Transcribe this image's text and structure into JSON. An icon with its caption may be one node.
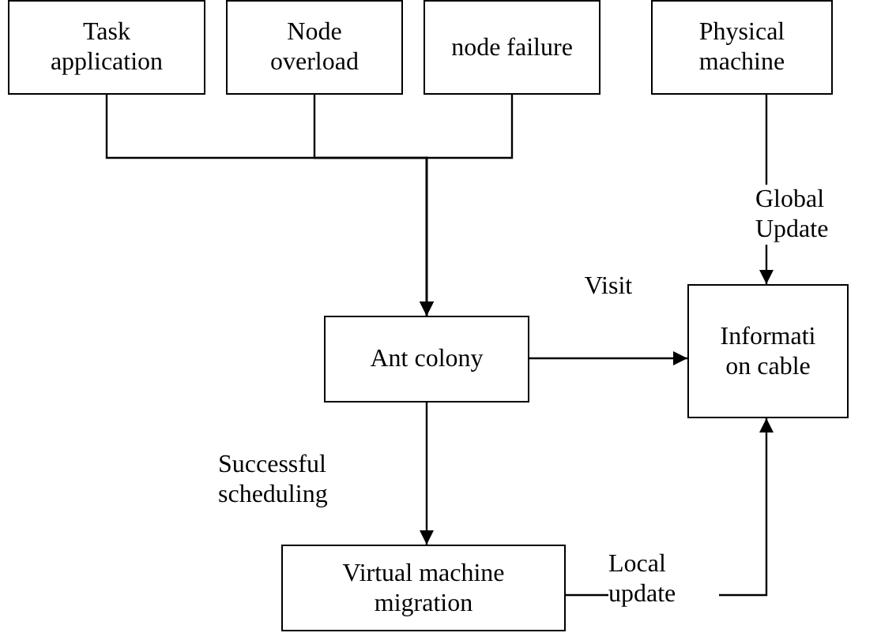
{
  "diagram": {
    "nodes": [
      {
        "text": [
          "Task application"
        ]
      },
      {
        "text": [
          "Node overload"
        ]
      },
      {
        "text": [
          "node failure"
        ]
      },
      {
        "text": [
          "Physical machine"
        ]
      },
      {
        "text": [
          "Ant colony"
        ]
      },
      {
        "text": [
          "Informati on cable"
        ]
      },
      {
        "text": [
          "Virtual machine migration"
        ]
      }
    ],
    "edges": [
      {
        "from": 0,
        "to": 4,
        "arrow": "to"
      },
      {
        "from": 1,
        "to": 4,
        "arrow": "to"
      },
      {
        "from": 2,
        "to": 4,
        "arrow": "to"
      },
      {
        "from": 3,
        "to": 5,
        "label": "Global Update",
        "arrow": "to"
      },
      {
        "from": 4,
        "to": 5,
        "label": "Visit",
        "arrow": "to"
      },
      {
        "from": 4,
        "to": 6,
        "label": "Successful scheduling",
        "arrow": "to"
      },
      {
        "from": 6,
        "to": 5,
        "label": "Local update",
        "arrow": "to"
      }
    ]
  }
}
